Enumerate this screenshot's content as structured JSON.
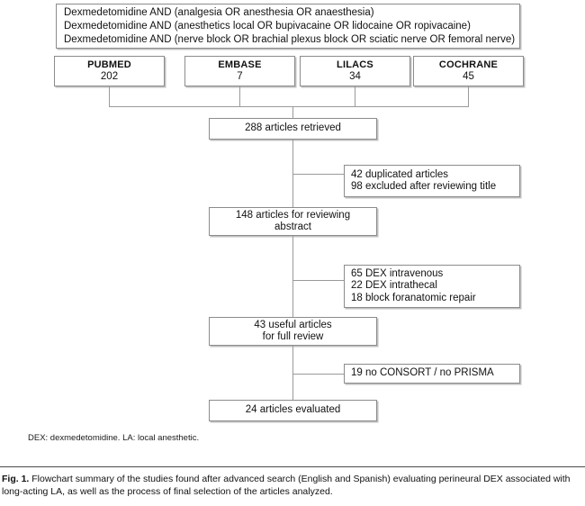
{
  "search_box": {
    "lines": [
      "Dexmedetomidine AND (analgesia OR anesthesia OR anaesthesia)",
      "Dexmedetomidine AND (anesthetics local OR bupivacaine OR lidocaine OR ropivacaine)",
      "Dexmedetomidine AND (nerve block OR brachial plexus block OR sciatic nerve OR femoral nerve)"
    ]
  },
  "databases": [
    {
      "name": "PUBMED",
      "count": "202"
    },
    {
      "name": "EMBASE",
      "count": "7"
    },
    {
      "name": "LILACS",
      "count": "34"
    },
    {
      "name": "COCHRANE",
      "count": "45"
    }
  ],
  "main_steps": [
    {
      "lines": [
        "288 articles retrieved"
      ]
    },
    {
      "lines": [
        "148 articles for reviewing",
        "abstract"
      ]
    },
    {
      "lines": [
        "43 useful articles",
        "for full review"
      ]
    },
    {
      "lines": [
        "24 articles evaluated"
      ]
    }
  ],
  "exclusions": [
    {
      "lines": [
        "42 duplicated articles",
        "98 excluded after reviewing title"
      ]
    },
    {
      "lines": [
        "65 DEX intravenous",
        "22 DEX intrathecal",
        "18 block foranatomic repair"
      ]
    },
    {
      "lines": [
        "19 no CONSORT / no PRISMA"
      ]
    }
  ],
  "footnote": "DEX: dexmedetomidine. LA: local anesthetic.",
  "caption": {
    "label": "Fig. 1.",
    "text": " Flowchart summary of the studies found after advanced search (English and Spanish) evaluating perineural DEX associated with long-acting LA, as well as the process of final selection of the articles analyzed."
  },
  "chart_data": {
    "type": "diagram",
    "title": "PRISMA-style study selection flowchart",
    "nodes": [
      {
        "id": "search",
        "label": "Search strategy terms",
        "value": null
      },
      {
        "id": "pubmed",
        "label": "PUBMED",
        "value": 202
      },
      {
        "id": "embase",
        "label": "EMBASE",
        "value": 7
      },
      {
        "id": "lilacs",
        "label": "LILACS",
        "value": 34
      },
      {
        "id": "cochrane",
        "label": "COCHRANE",
        "value": 45
      },
      {
        "id": "retrieved",
        "label": "articles retrieved",
        "value": 288
      },
      {
        "id": "excl1a",
        "label": "duplicated articles",
        "value": 42
      },
      {
        "id": "excl1b",
        "label": "excluded after reviewing title",
        "value": 98
      },
      {
        "id": "abstract",
        "label": "articles for reviewing abstract",
        "value": 148
      },
      {
        "id": "excl2a",
        "label": "DEX intravenous",
        "value": 65
      },
      {
        "id": "excl2b",
        "label": "DEX intrathecal",
        "value": 22
      },
      {
        "id": "excl2c",
        "label": "block foranatomic repair",
        "value": 18
      },
      {
        "id": "fullreview",
        "label": "useful articles for full review",
        "value": 43
      },
      {
        "id": "excl3a",
        "label": "no CONSORT / no PRISMA",
        "value": 19
      },
      {
        "id": "evaluated",
        "label": "articles evaluated",
        "value": 24
      }
    ],
    "edges": [
      [
        "pubmed",
        "retrieved"
      ],
      [
        "embase",
        "retrieved"
      ],
      [
        "lilacs",
        "retrieved"
      ],
      [
        "cochrane",
        "retrieved"
      ],
      [
        "retrieved",
        "abstract"
      ],
      [
        "retrieved",
        "excl1a"
      ],
      [
        "abstract",
        "fullreview"
      ],
      [
        "abstract",
        "excl2a"
      ],
      [
        "fullreview",
        "evaluated"
      ],
      [
        "fullreview",
        "excl3a"
      ]
    ]
  }
}
